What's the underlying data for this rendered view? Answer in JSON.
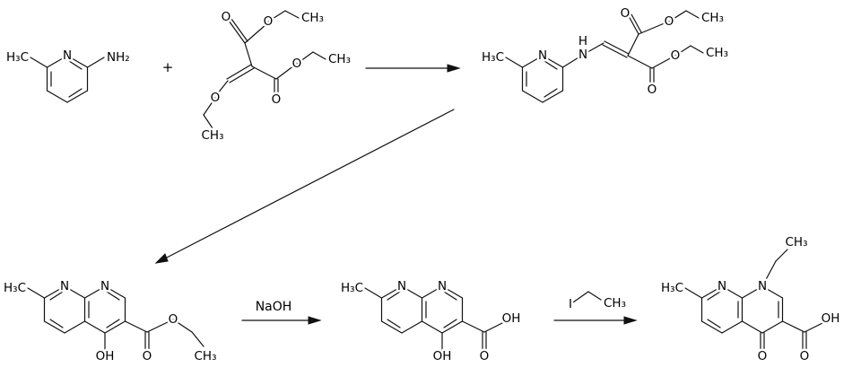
{
  "reaction": {
    "plus": "+",
    "step2_reagent": "NaOH",
    "step3_reagent_iodo": "I",
    "step3_reagent_ch3": "CH₃"
  },
  "atoms": {
    "h3c": "H₃C",
    "nh2": "NH₂",
    "n": "N",
    "h": "H",
    "o": "O",
    "ch3": "CH₃",
    "oh": "OH"
  },
  "colors": {
    "ink": "#111111",
    "background": "#ffffff"
  }
}
